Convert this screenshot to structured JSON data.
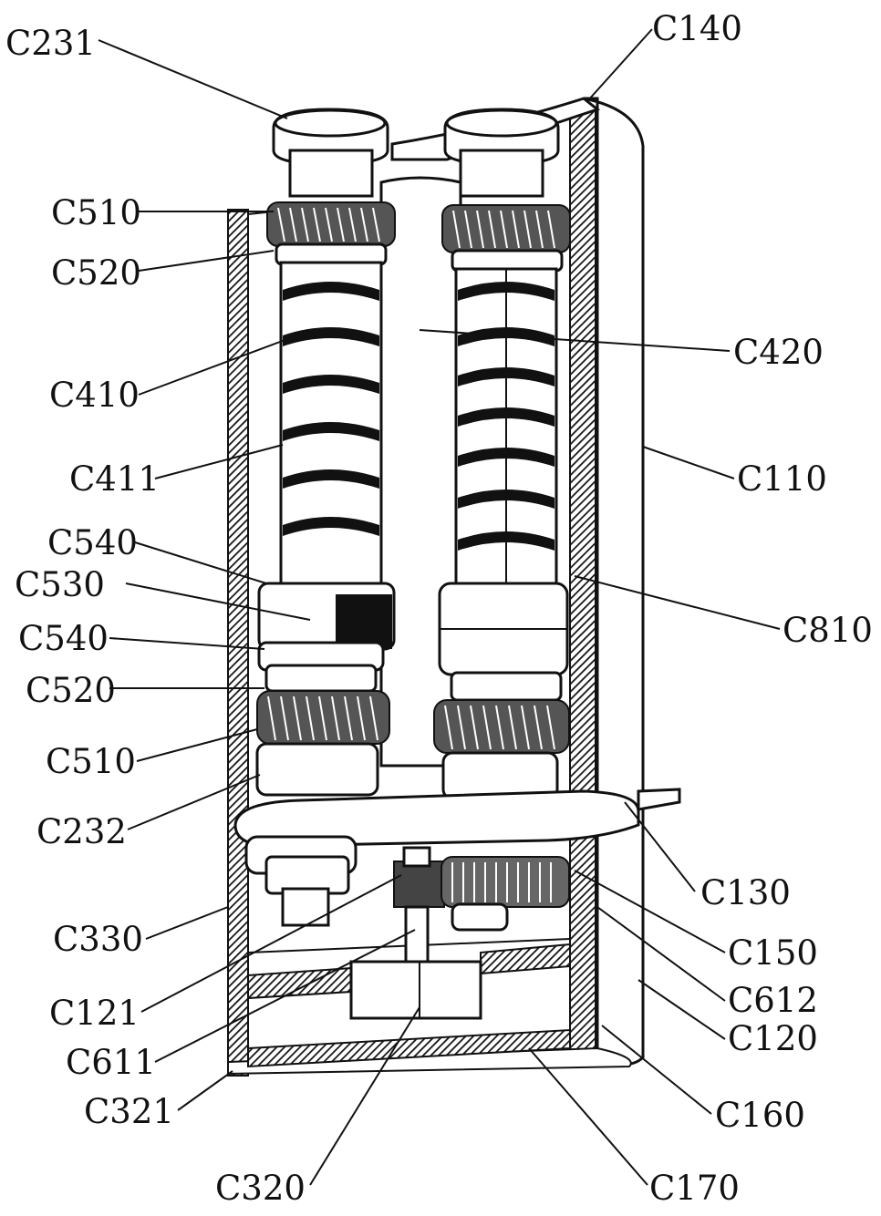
{
  "figure": {
    "labels": [
      {
        "id": "C231",
        "text": "C231"
      },
      {
        "id": "C140",
        "text": "C140"
      },
      {
        "id": "C510_top",
        "text": "C510"
      },
      {
        "id": "C520_top",
        "text": "C520"
      },
      {
        "id": "C420",
        "text": "C420"
      },
      {
        "id": "C410",
        "text": "C410"
      },
      {
        "id": "C411",
        "text": "C411"
      },
      {
        "id": "C110",
        "text": "C110"
      },
      {
        "id": "C540_top",
        "text": "C540"
      },
      {
        "id": "C530",
        "text": "C530"
      },
      {
        "id": "C810",
        "text": "C810"
      },
      {
        "id": "C540_bottom",
        "text": "C540"
      },
      {
        "id": "C520_bottom",
        "text": "C520"
      },
      {
        "id": "C510_bottom",
        "text": "C510"
      },
      {
        "id": "C232",
        "text": "C232"
      },
      {
        "id": "C130",
        "text": "C130"
      },
      {
        "id": "C330",
        "text": "C330"
      },
      {
        "id": "C150",
        "text": "C150"
      },
      {
        "id": "C121",
        "text": "C121"
      },
      {
        "id": "C612",
        "text": "C612"
      },
      {
        "id": "C611",
        "text": "C611"
      },
      {
        "id": "C120",
        "text": "C120"
      },
      {
        "id": "C321",
        "text": "C321"
      },
      {
        "id": "C160",
        "text": "C160"
      },
      {
        "id": "C320",
        "text": "C320"
      },
      {
        "id": "C170",
        "text": "C170"
      }
    ]
  }
}
